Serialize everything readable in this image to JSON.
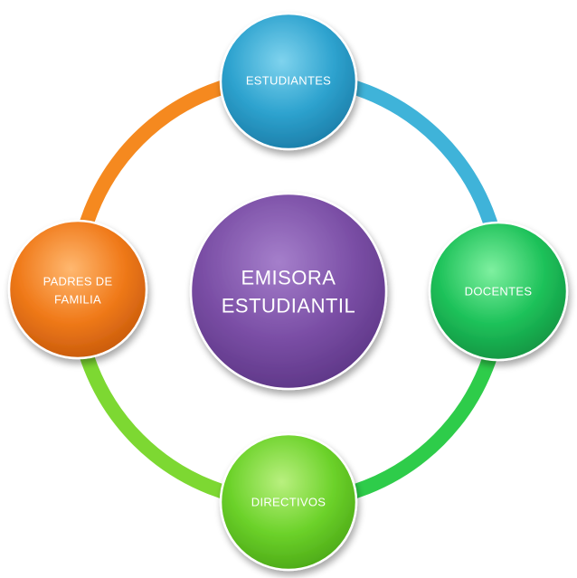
{
  "center": {
    "label_line1": "EMISORA",
    "label_line2": "ESTUDIANTIL",
    "color": "#7b4fa6"
  },
  "nodes": {
    "top": {
      "label": "ESTUDIANTES",
      "color": "#2ea3cf"
    },
    "right": {
      "label": "DOCENTES",
      "color": "#1ec25a"
    },
    "bottom": {
      "label": "DIRECTIVOS",
      "color": "#6cd22a"
    },
    "left": {
      "label_line1": "PADRES DE",
      "label_line2": "FAMILIA",
      "color": "#f07a1a"
    }
  },
  "ring_colors": {
    "top_left": "#f5891f",
    "top_right": "#3fb3d9",
    "bottom_right": "#2ecc4a",
    "bottom_left": "#7dd832"
  }
}
